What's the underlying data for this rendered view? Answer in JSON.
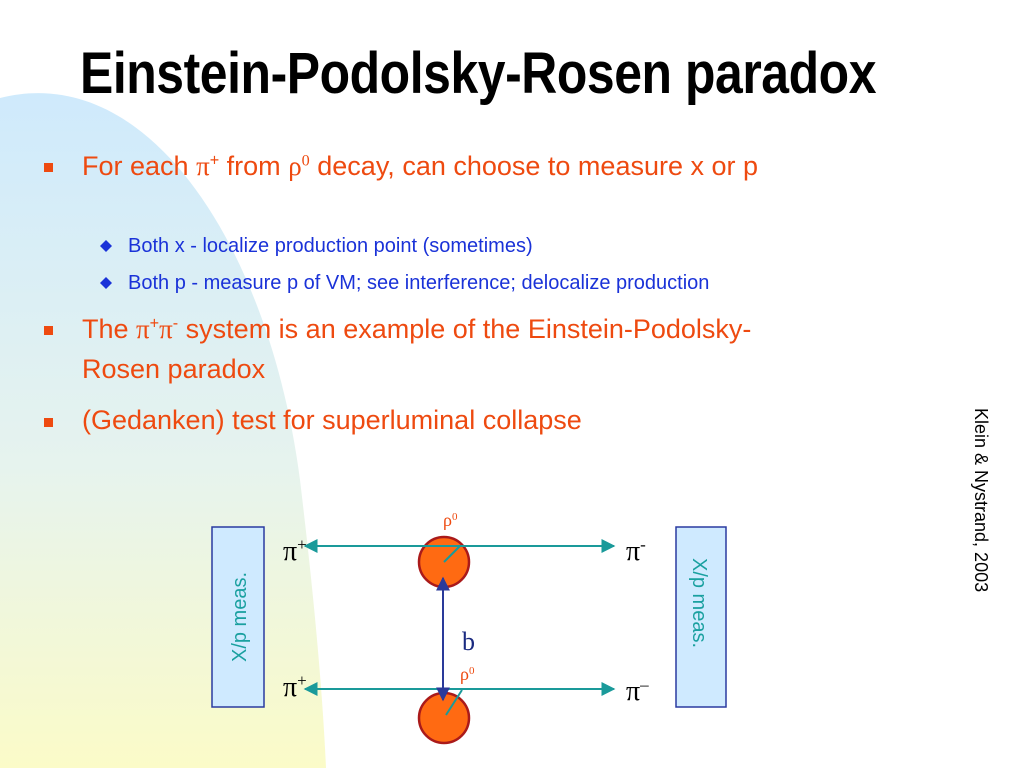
{
  "title": "Einstein-Podolsky-Rosen paradox",
  "bullets": [
    {
      "pre": "For each ",
      "sym1": "π",
      "sup1": "+",
      "mid": " from ",
      "sym2": "ρ",
      "sup2": "0",
      "post": " decay, can choose to measure x or p",
      "sub": [
        "Both x - localize production point (sometimes)",
        "Both p - measure p of VM; see interference; delocalize production"
      ]
    },
    {
      "pre": "The ",
      "sym1": "π",
      "sup1": "+",
      "sym2": "π",
      "sup2": "-",
      "post": " system is an example of the Einstein-Podolsky-Rosen paradox"
    },
    {
      "text": "(Gedanken) test for superluminal collapse"
    }
  ],
  "credit": "Klein & Nystrand, 2003",
  "diagram": {
    "left_box": "X/p meas.",
    "right_box": "X/p meas.",
    "top_rho": "ρ",
    "top_rho_sup": "0",
    "bottom_rho": "ρ",
    "bottom_rho_sup": "0",
    "b_label": "b",
    "pi_top_left": "π",
    "pi_top_left_sup": "+",
    "pi_top_right": "π",
    "pi_top_right_sup": "-",
    "pi_bottom_left": "π",
    "pi_bottom_left_sup": "+",
    "pi_bottom_right": "π",
    "pi_bottom_right_sup": "–",
    "colors": {
      "box_fill": "#cfeaff",
      "box_stroke": "#2a3aa0",
      "box_text": "#1aa0a0",
      "line": "#1a9a9a",
      "circle_fill": "#ff6a12",
      "circle_stroke": "#aa1a1a",
      "arrow": "#2a3a9a"
    }
  },
  "colors": {
    "level1": "#ee4a10",
    "level2": "#1a32d8"
  }
}
